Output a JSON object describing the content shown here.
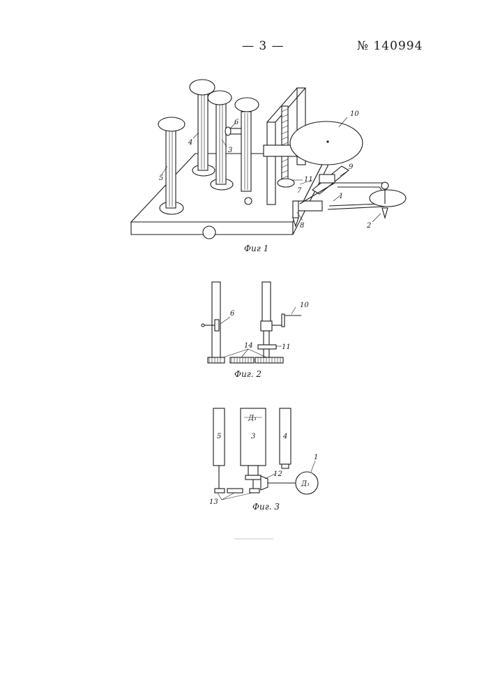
{
  "header": {
    "page_number": "— 3 —",
    "patent_number": "№ 140994"
  },
  "figures": {
    "fig1": {
      "caption": "Фиг 1",
      "labels": {
        "l1": "1",
        "l2": "2",
        "l3": "3",
        "l4": "4",
        "l5": "5",
        "l6": "6",
        "l7": "7",
        "l8": "8",
        "l9": "9",
        "l10": "10",
        "l11": "11"
      }
    },
    "fig2": {
      "caption": "Фиг. 2",
      "labels": {
        "l6": "6",
        "l10": "10",
        "l11": "11",
        "l14": "14"
      }
    },
    "fig3": {
      "caption": "Фиг. 3",
      "labels": {
        "l5": "5",
        "l3": "3",
        "l4": "4",
        "l1": "1",
        "l12": "12",
        "l13": "13",
        "d1_top": "Д₁",
        "d1_circle": "Д₁"
      }
    }
  }
}
